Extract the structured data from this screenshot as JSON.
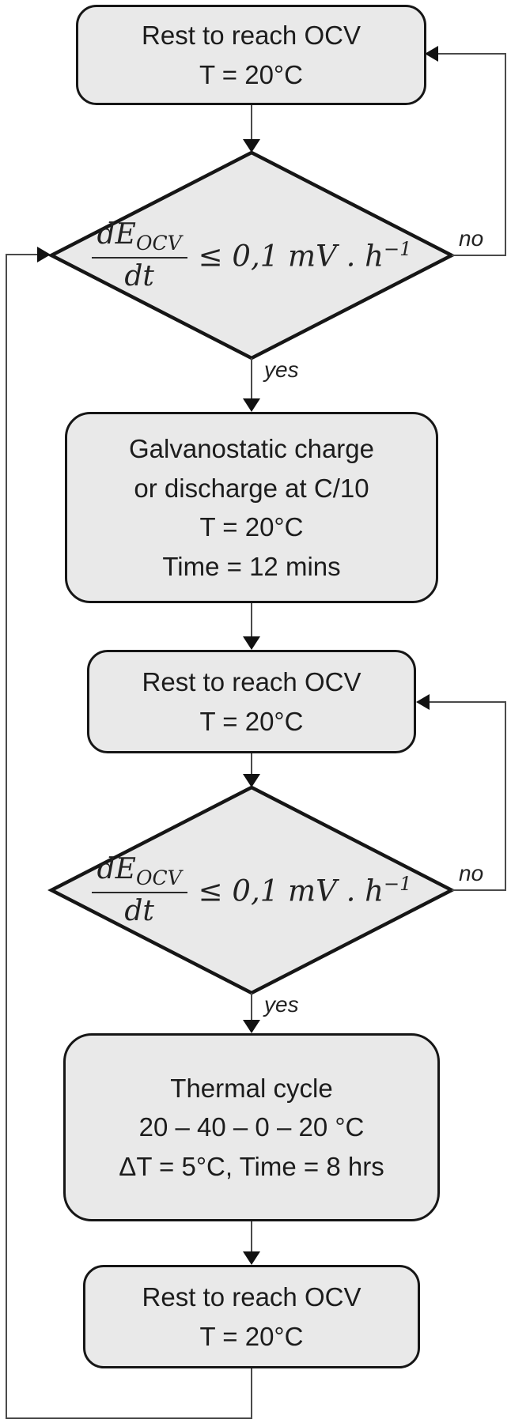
{
  "labels": {
    "yes": "yes",
    "no": "no"
  },
  "nodes": {
    "rest_top": {
      "line1": "Rest to reach OCV",
      "line2": "T = 20°C"
    },
    "decision_top": {
      "frac_num": "dE",
      "frac_num_sub": "OCV",
      "frac_den": "dt",
      "condition": "≤ 0,1 mV . h",
      "condition_sup": "−1"
    },
    "charge": {
      "line1": "Galvanostatic charge",
      "line2": "or discharge at C/10",
      "line3": "T = 20°C",
      "line4": "Time = 12 mins"
    },
    "rest_mid": {
      "line1": "Rest to reach OCV",
      "line2": "T = 20°C"
    },
    "decision_mid": {
      "frac_num": "dE",
      "frac_num_sub": "OCV",
      "frac_den": "dt",
      "condition": "≤ 0,1 mV . h",
      "condition_sup": "−1"
    },
    "thermal": {
      "line1": "Thermal cycle",
      "line2": "20 – 40 – 0 – 20 °C",
      "line3": "ΔT = 5°C, Time = 8 hrs"
    },
    "rest_bottom": {
      "line1": "Rest to reach OCV",
      "line2": "T = 20°C"
    }
  },
  "colors": {
    "node_fill": "#e9e9e9",
    "node_border": "#161616",
    "connector": "#4a4a4a",
    "text": "#1c1c1c"
  }
}
